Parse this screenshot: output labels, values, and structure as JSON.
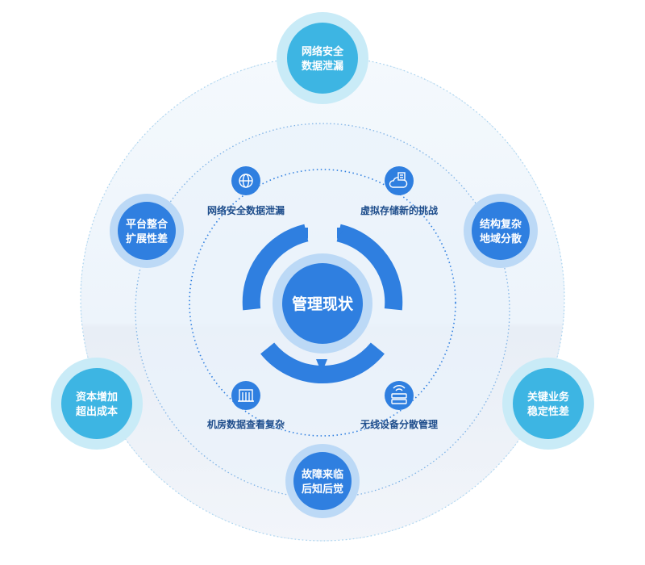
{
  "center": {
    "title": "管理现状"
  },
  "inner_items": [
    {
      "icon": "globe-icon",
      "label": "网络安全数据泄漏"
    },
    {
      "icon": "cloud-server-icon",
      "label": "虚拟存储新的挑战"
    },
    {
      "icon": "building-icon",
      "label": "机房数据查看复杂"
    },
    {
      "icon": "router-icon",
      "label": "无线设备分散管理"
    }
  ],
  "outer_nodes": [
    {
      "line1": "网络安全",
      "line2": "数据泄漏",
      "color": "#3db5e3"
    },
    {
      "line1": "平台整合",
      "line2": "扩展性差",
      "color": "#2f7fe0"
    },
    {
      "line1": "结构复杂",
      "line2": "地域分散",
      "color": "#2f7fe0"
    },
    {
      "line1": "资本增加",
      "line2": "超出成本",
      "color": "#3db5e3"
    },
    {
      "line1": "关键业务",
      "line2": "稳定性差",
      "color": "#3db5e3"
    },
    {
      "line1": "故障来临",
      "line2": "后知后觉",
      "color": "#2f7fe0"
    }
  ],
  "colors": {
    "primary": "#2f7fe0",
    "cyan": "#3db5e3",
    "text": "#1f4e8c"
  }
}
